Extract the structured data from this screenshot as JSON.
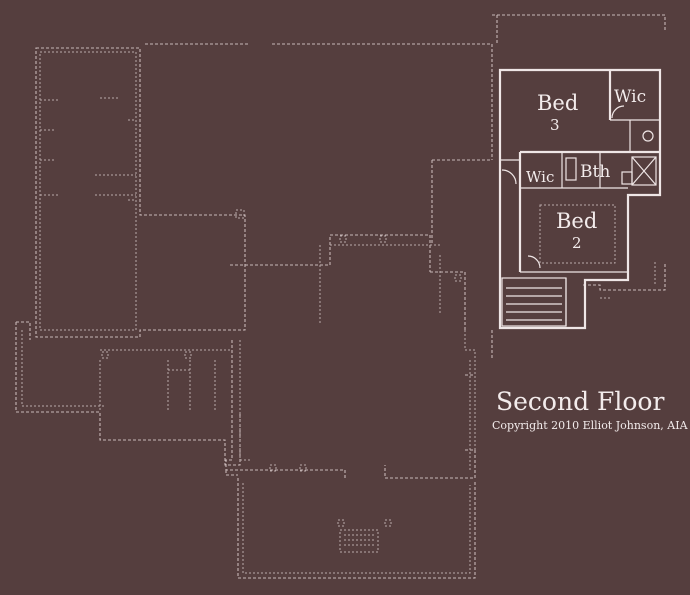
{
  "title": "Second Floor",
  "copyright": "Copyright 2010 Elliot Johnson, AIA",
  "rooms": {
    "bed3_name": "Bed",
    "bed3_num": "3",
    "bed2_name": "Bed",
    "bed2_num": "2",
    "wic_top": "Wic",
    "wic_mid": "Wic",
    "bath": "Bth"
  },
  "colors": {
    "background": "#553e3e",
    "lines": "#efe6e6"
  }
}
